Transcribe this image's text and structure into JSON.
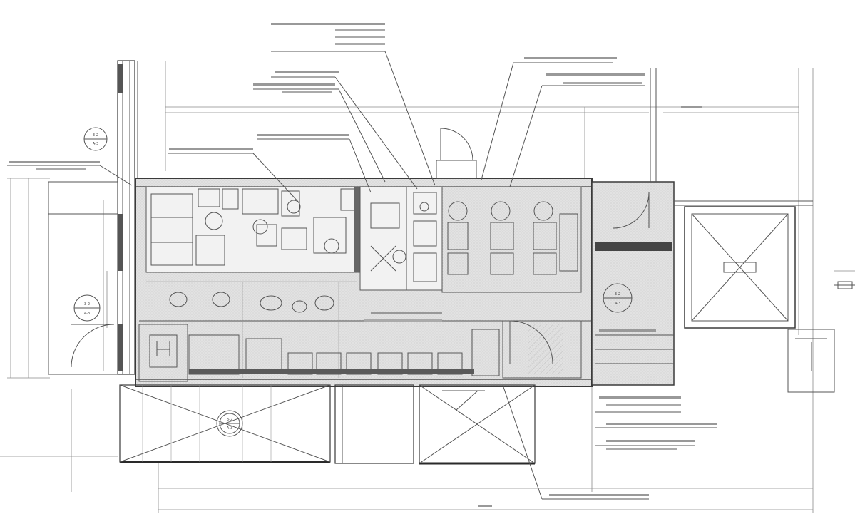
{
  "drawing": {
    "palette": {
      "line": "#3a3a3a",
      "fill_tone": "#d9d9d9",
      "paper": "#ffffff"
    },
    "section_tags": [
      {
        "line1": "3-2",
        "line2": "A-3"
      },
      {
        "line1": "3-2",
        "line2": "A-3"
      },
      {
        "line1": "3-2",
        "line2": "A-3"
      },
      {
        "line1": "3-2",
        "line2": "A-3"
      }
    ],
    "callouts": [],
    "elevator_label": ""
  }
}
